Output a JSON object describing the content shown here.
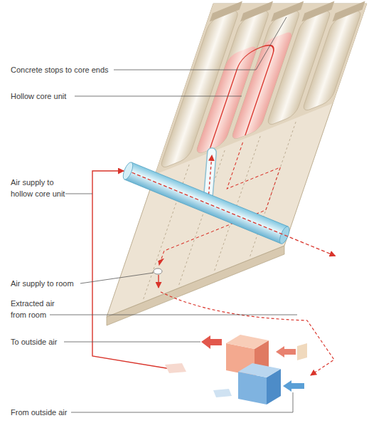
{
  "diagram": {
    "labels": [
      "Concrete stops to core ends",
      "Hollow core unit",
      "Air supply to hollow core unit",
      "Air supply to room",
      "Extracted air from room",
      "To outside air",
      "From outside air"
    ]
  }
}
